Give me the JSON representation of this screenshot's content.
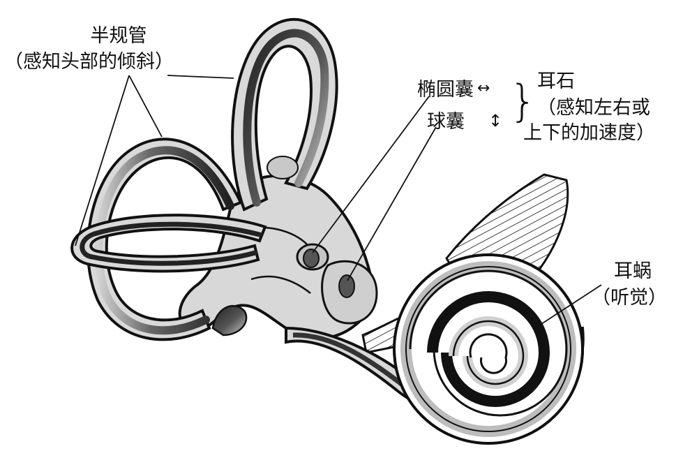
{
  "labels": {
    "semicircular": {
      "name": "半规管",
      "desc": "（感知头部的倾斜）"
    },
    "utricle": "椭圆囊",
    "saccule": "球囊",
    "otolith": {
      "name": "耳石",
      "desc_line1": "（感知左右或",
      "desc_line2": "上下的加速度）"
    },
    "cochlea": {
      "name": "耳蜗",
      "desc": "（听觉）"
    },
    "arrow_horizontal": "↔",
    "arrow_vertical": "↕",
    "brace": "}"
  },
  "colors": {
    "ink": "#111111",
    "tube_fill": "#d9d9d9",
    "dark": "#2a2a2a",
    "paper": "#ffffff"
  }
}
